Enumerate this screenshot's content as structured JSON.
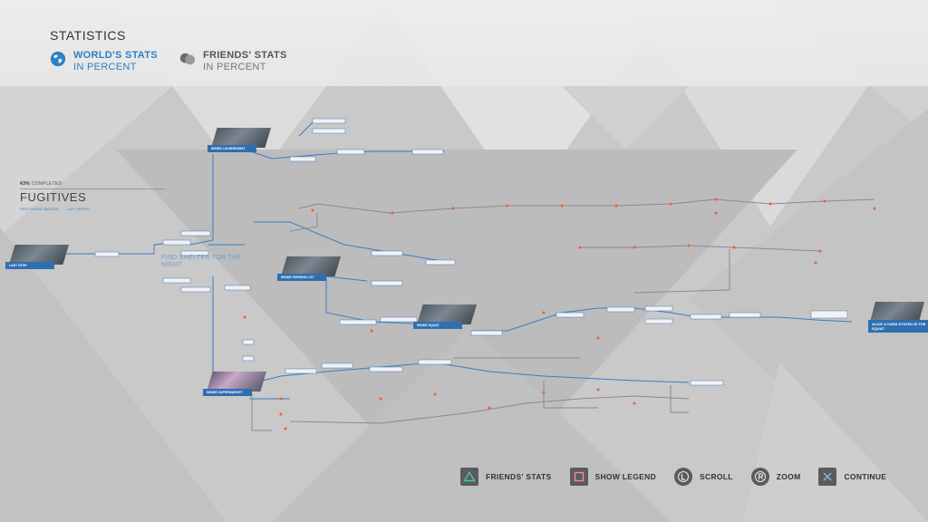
{
  "header": {
    "title": "STATISTICS",
    "tabs": [
      {
        "line1": "WORLD'S STATS",
        "line2": "IN PERCENT",
        "icon": "globe-icon",
        "active": true
      },
      {
        "line1": "FRIENDS' STATS",
        "line2": "IN PERCENT",
        "icon": "friends-icon",
        "active": false
      }
    ]
  },
  "chapter": {
    "percent": "43%",
    "completed_label": "COMPLETED",
    "name": "FUGITIVES",
    "meta_left": "FIRST CHOICE ADDITION",
    "meta_right": "LAST TROPHY"
  },
  "flowchart": {
    "start_scene": "LAST STOP",
    "center_objective": "FIND SHELTER FOR THE NIGHT",
    "scenes": [
      "INSIDE LAUNDROMAT",
      "INSIDE PARKING LOT",
      "INSIDE SQUAT",
      "INSIDE SUPERMARKET"
    ],
    "ending": "ALICE & KARA STAYED IN THE SQUAT"
  },
  "controls": [
    {
      "icon": "triangle-icon",
      "label": "FRIENDS' STATS"
    },
    {
      "icon": "square-icon",
      "label": "SHOW LEGEND"
    },
    {
      "icon": "left-stick-icon",
      "label": "SCROLL"
    },
    {
      "icon": "right-stick-icon",
      "label": "ZOOM"
    },
    {
      "icon": "cross-icon",
      "label": "CONTINUE"
    }
  ],
  "colors": {
    "accent": "#2f7fc1",
    "path_line": "#3a7cc0",
    "node_marker": "#e8642b",
    "background": "#c9c9c9"
  }
}
